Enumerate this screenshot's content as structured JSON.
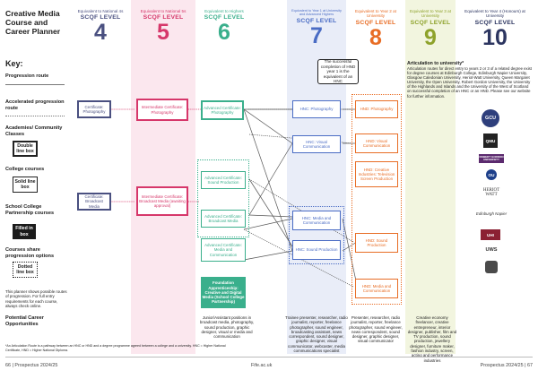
{
  "title": "Creative Media Course and Career Planner",
  "key": {
    "heading": "Key:",
    "progression_route": "Progression route",
    "accelerated_route": "Accelerated progression route",
    "academies": "Academies/ Community Classes",
    "double_box": "Double line box",
    "college_courses": "College courses",
    "solid_box": "Solid line box",
    "school_college": "School College Partnership courses",
    "filled_box": "Filled in box",
    "courses_share": "Courses share progression options",
    "dotted_box": "Dotted line box",
    "note": "This planner shows possible routes of progression. For full entry requirements for each course, always check online.",
    "potential": "Potential Career Opportunities"
  },
  "columns": [
    {
      "equiv": "Equivalent to National 4s",
      "level_label": "SCQF LEVEL",
      "level": "4",
      "color": "#4a5080"
    },
    {
      "equiv": "Equivalent to National 5s",
      "level_label": "SCQF LEVEL",
      "level": "5",
      "color": "#d6376a"
    },
    {
      "equiv": "Equivalent to Highers",
      "level_label": "SCQF LEVEL",
      "level": "6",
      "color": "#3aaf8c"
    },
    {
      "equiv": "Equivalent to Year 1 at University and Advanced Highers",
      "level_label": "SCQF LEVEL",
      "level": "7",
      "color": "#4a6cc4"
    },
    {
      "equiv": "Equivalent to Year 2 at University",
      "level_label": "SCQF LEVEL",
      "level": "8",
      "color": "#e86d25"
    },
    {
      "equiv": "Equivalent to Year 3 at University",
      "level_label": "SCQF LEVEL",
      "level": "9",
      "color": "#8ea22b"
    },
    {
      "equiv": "Equivalent to Year 4 (Honours) at University",
      "level_label": "SCQF LEVEL",
      "level": "10",
      "color": "#2c3560"
    }
  ],
  "courses": {
    "cert_photo": "Certificate: Photography",
    "cert_broadcast": "Certificate: Broadcast Media",
    "int_photo": "Intermediate Certificate: Photography",
    "int_broadcast": "Intermediate Certificate: Broadcast Media (awaiting approval)",
    "adv_photo": "Advanced Certificate: Photography",
    "adv_sound": "Advanced Certificate: Sound Production",
    "adv_broadcast": "Advanced Certificate: Broadcast Media",
    "adv_media_comm": "Advanced Certificate: Media and Communication",
    "foundation": "Foundation Apprenticeship: Creative and Digital Media (School College Partnership)",
    "hnc_photo": "HNC: Photography",
    "hnc_visual": "HNC: Visual Communication",
    "hnc_media": "HNC: Media and Communication",
    "hnc_sound": "HNC: Sound Production",
    "hnd_photo": "HND: Photography",
    "hnd_visual": "HND: Visual Communication",
    "hnd_creative": "HND: Creative Industries: Television Screen Production",
    "hnd_sound": "HND: Sound Production",
    "hnd_media": "HND: Media and Communication"
  },
  "callout": "The successful completion of HND year 1 is the equivalent of an HNC",
  "university": {
    "heading": "Articulation to university*",
    "text": "Articulation routes for direct entry to years 2 or 3 of a related degree exist for degree courses at Edinburgh College, Edinburgh Napier University, Glasgow Caledonian University, Heriot-Watt University, Queen Margaret University, the Open University, Robert Gordon University, the University of the Highlands and Islands and the University of the West of Scotland on successful completion of an HNC or an HND. Please see our website for further information.",
    "logos": [
      "GCU",
      "QMU",
      "ROBERT GORDON UNIVERSITY",
      "OU",
      "HERIOT WATT",
      "Edinburgh Napier",
      "UHI",
      "UWS"
    ]
  },
  "careers": [
    "Junior/Assistant positions in broadcast media, photography, sound production, graphic designer, visual or media and communication",
    "Trainee presenter, researcher, radio journalist, reporter, freelance photographer, sound engineer, broadcasting assistant, news correspondent, sound designer, graphic designer, visual communicator, webcaster, media communications specialist",
    "Presenter, researcher, radio journalist, reporter, freelance photographer, sound engineer, news correspondent, sound designer, graphic designer, visual communicator",
    "Creative economy freelancer, creative entrepreneur, interior designer, publisher, film and TV production, sound production, jewellery designer, furniture maker, fashion industry, screen, acting and performance industries"
  ],
  "footnote": "*An Articulation Route is a pathway between an HNC or HND and a degree programme agreed between a college and a university. HNC = Higher National Certificate, HND = Higher National Diploma.",
  "footer": {
    "left": "66 | Prospectus 2024/25",
    "center": "Fife.ac.uk",
    "right": "Prospectus 2024/25 | 67"
  }
}
